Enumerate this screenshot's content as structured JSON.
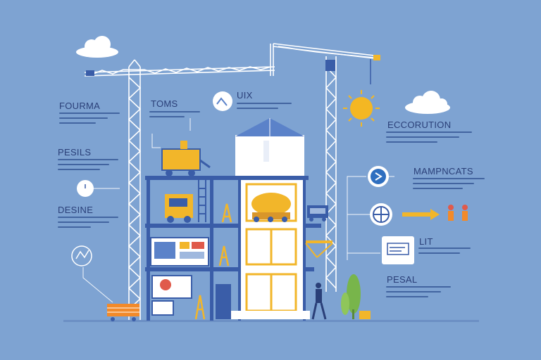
{
  "left_labels": {
    "forma": "FOURMA",
    "pesils": "PESILS",
    "desine": "DESINE"
  },
  "center_labels": {
    "toms": "TOMS",
    "uix": "UIX"
  },
  "right_labels": {
    "ecorution": "ECCORUTION",
    "mampncats": "MAMPNCATS",
    "lit": "LIT",
    "pesal": "PESAL"
  },
  "colors": {
    "background": "#7ea3d2",
    "crane": "#ffffff",
    "accent_yellow": "#f2b62a",
    "structure_blue": "#3a5da8",
    "text_dark": "#27407a"
  },
  "icons": [
    "cloud-icon",
    "sun-icon",
    "crane-icon",
    "excavator-icon",
    "cement-mixer-icon",
    "worker-icon",
    "tree-icon",
    "cart-icon",
    "screen-icon",
    "compass-icon",
    "people-icon"
  ]
}
